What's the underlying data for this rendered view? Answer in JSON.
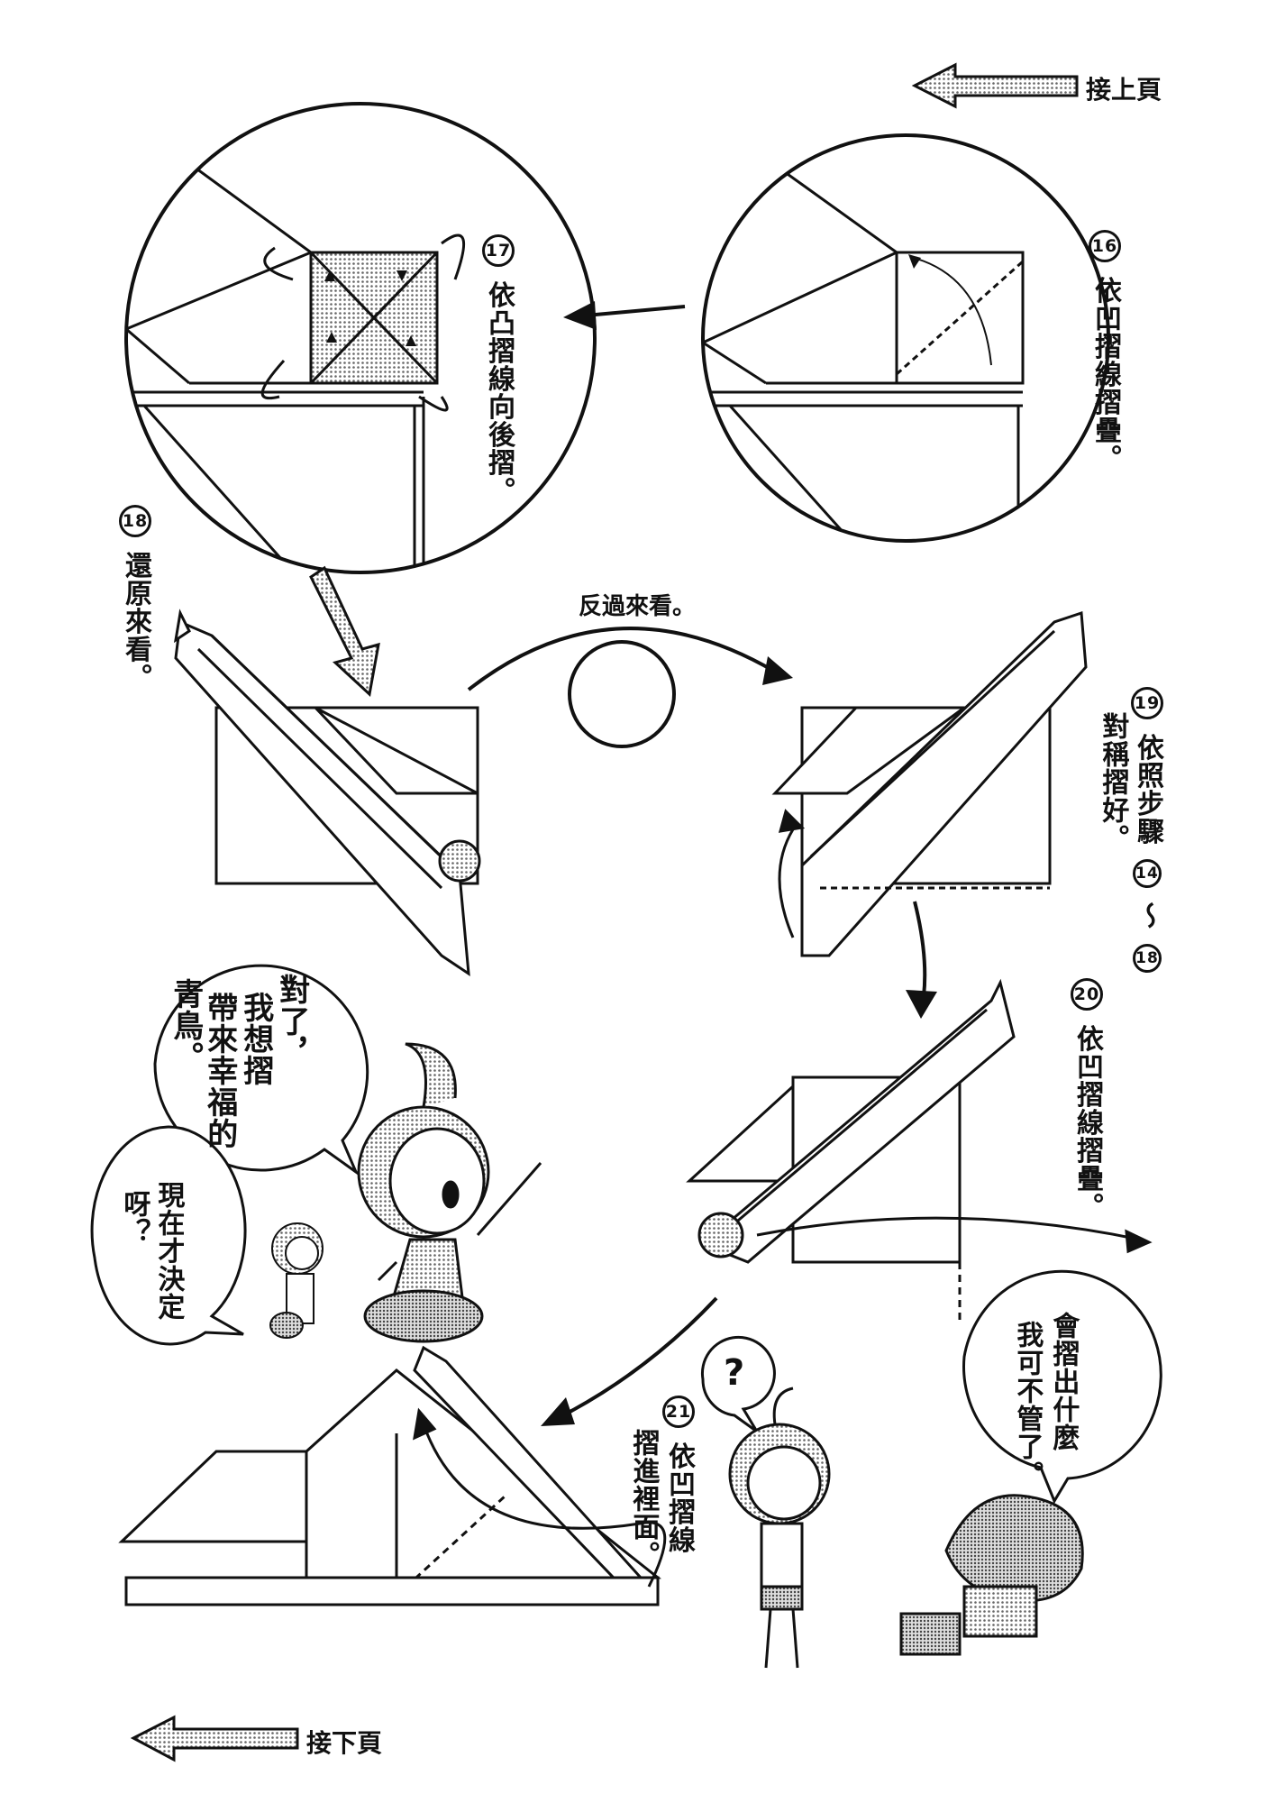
{
  "nav": {
    "continue_from": "接上頁",
    "continue_to": "接下頁"
  },
  "steps": [
    {
      "number": "16",
      "text": "依凹摺線摺疊。"
    },
    {
      "number": "17",
      "text": "依凸摺線向後摺。"
    },
    {
      "number": "18",
      "text": "還原來看。"
    },
    {
      "number": "19",
      "text_a": "依照步驟",
      "ref_from": "14",
      "tilde": "～",
      "ref_to": "18",
      "text_b": "對稱摺好。"
    },
    {
      "number": "20",
      "text": "依凹摺線摺疊。"
    },
    {
      "number": "21",
      "text_a": "依凹摺線",
      "text_b": "摺進裡面。"
    }
  ],
  "flip_label": "反過來看。",
  "speech": {
    "girl_col1": "對了，",
    "girl_col2": "我想摺",
    "girl_col3": "帶來幸福的",
    "girl_col4": "青鳥。",
    "small_col1": "現在才決定",
    "small_col2": "呀？",
    "right_col1": "會摺出什麼",
    "right_col2": "我可不管了。",
    "question": "?"
  },
  "colors": {
    "ink": "#111111",
    "screentone": "#8a8a8a",
    "paper": "#ffffff"
  }
}
